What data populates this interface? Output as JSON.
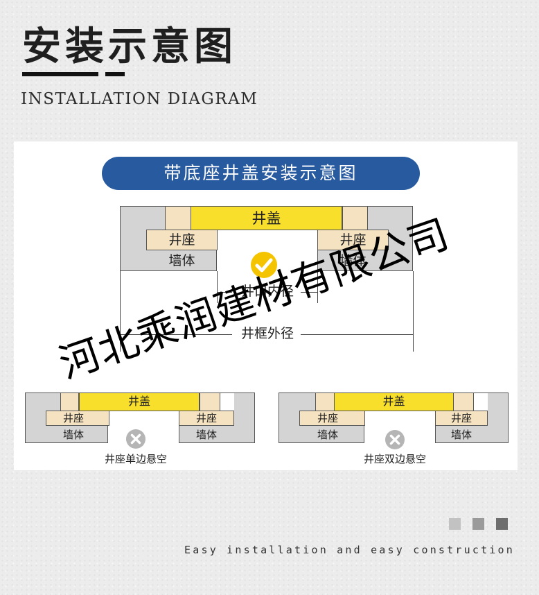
{
  "header": {
    "title_cn": "安装示意图",
    "title_en": "INSTALLATION DIAGRAM"
  },
  "banner": {
    "text": "带底座井盖安装示意图"
  },
  "main_diagram": {
    "cover": "井盖",
    "seat_left": "井座",
    "seat_right": "井座",
    "wall_left": "墙体",
    "wall_right": "墙体",
    "status_icon": "check-circle-icon",
    "inner_diameter": "井口内径",
    "outer_frame": "井框外径"
  },
  "small_left": {
    "cover": "井盖",
    "seat_left": "井座",
    "seat_right": "井座",
    "wall_left": "墙体",
    "wall_right": "墙体",
    "status_icon": "x-circle-icon",
    "caption": "井座单边悬空"
  },
  "small_right": {
    "cover": "井盖",
    "seat_left": "井座",
    "seat_right": "井座",
    "wall_left": "墙体",
    "wall_right": "墙体",
    "status_icon": "x-circle-icon",
    "caption": "井座双边悬空"
  },
  "footer": {
    "tagline": "Easy installation and easy construction"
  },
  "watermark": {
    "text": "河北乘润建材有限公司"
  },
  "colors": {
    "banner": "#285aa0",
    "cover": "#f7df2b",
    "seat": "#f5e2c1",
    "wall": "#d4d4d4",
    "check": "#f5c400",
    "cross": "#b5b5b5"
  }
}
